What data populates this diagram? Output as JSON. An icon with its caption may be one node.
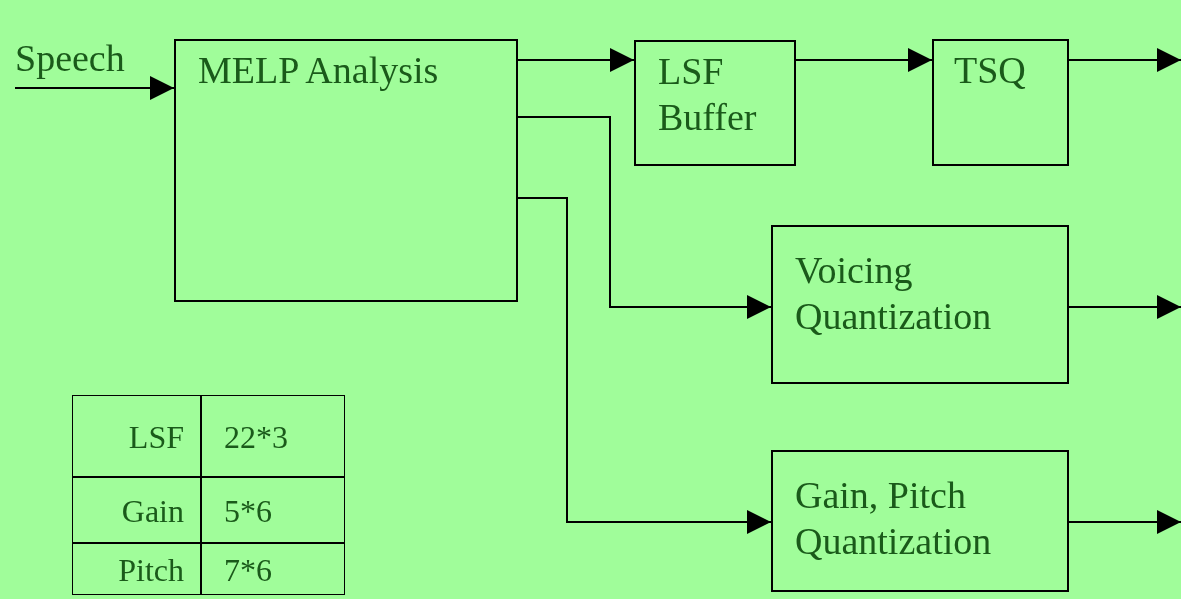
{
  "diagram": {
    "nodes": [
      {
        "text": [
          "MELP Analysis"
        ]
      },
      {
        "text": [
          "LSF Buffer"
        ]
      },
      {
        "text": [
          "TSQ"
        ]
      },
      {
        "text": [
          "Voicing Quantization"
        ]
      },
      {
        "text": [
          "Gain, Pitch Quantization"
        ]
      }
    ],
    "edges": [
      {
        "from": null,
        "to": 0,
        "arrow": "to",
        "label": "Speech"
      },
      {
        "from": 0,
        "to": 1,
        "arrow": "to"
      },
      {
        "from": 1,
        "to": 2,
        "arrow": "to"
      },
      {
        "from": 2,
        "to": null,
        "arrow": "to"
      },
      {
        "from": 0,
        "to": 3,
        "arrow": "to"
      },
      {
        "from": 3,
        "to": null,
        "arrow": "to"
      },
      {
        "from": 0,
        "to": 4,
        "arrow": "to"
      },
      {
        "from": 4,
        "to": null,
        "arrow": "to"
      }
    ],
    "labels": [
      "LSF",
      "22*3",
      "Gain",
      "5*6",
      "Pitch",
      "7*6"
    ]
  }
}
